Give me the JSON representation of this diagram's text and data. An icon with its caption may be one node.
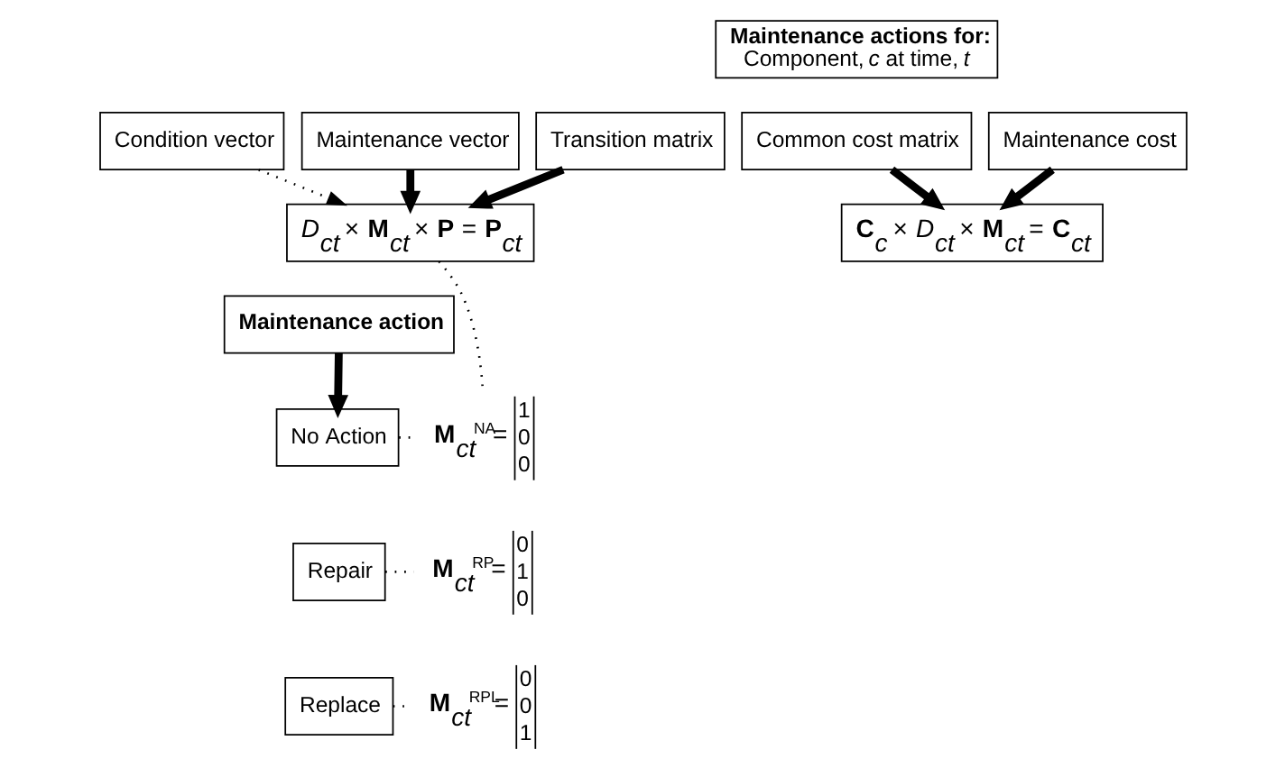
{
  "diagram": {
    "nodes": [
      {
        "text": [
          "**Maintenance actions for:**",
          "Component, *c* at time, *t*"
        ]
      },
      {
        "text": [
          "Condition vector"
        ]
      },
      {
        "text": [
          "Maintenance vector"
        ]
      },
      {
        "text": [
          "Transition matrix"
        ]
      },
      {
        "text": [
          "Common cost matrix"
        ]
      },
      {
        "text": [
          "Maintenance cost"
        ]
      },
      {
        "text": [
          "*D*$_{ct}$ × **M**$_{ct}$ × **P** = **P**$_{ct}$"
        ]
      },
      {
        "text": [
          "**C**$_{c}$ × *D*$_{ct}$ × **M**$_{ct}$ = **C**$_{ct}$"
        ]
      },
      {
        "text": [
          "**Maintenance action**"
        ]
      },
      {
        "text": [
          "No Action"
        ]
      },
      {
        "text": [
          "Repair"
        ]
      },
      {
        "text": [
          "Replace"
        ]
      },
      {
        "text": [
          "**M**$_{ct}$$^{NA}$=",
          "1",
          "0",
          "0"
        ]
      },
      {
        "text": [
          "**M**$_{ct}$$^{RP}$=",
          "0",
          "1",
          "0"
        ]
      },
      {
        "text": [
          "**M**$_{ct}$$^{RPL}$=",
          "0",
          "0",
          "1"
        ]
      }
    ],
    "edges": [
      {
        "from": 1,
        "to": 6,
        "arrow": "to",
        "style": "dashed"
      },
      {
        "from": 2,
        "to": 6,
        "arrow": "to",
        "style": "thick"
      },
      {
        "from": 3,
        "to": 6,
        "arrow": "to",
        "style": "thick"
      },
      {
        "from": 4,
        "to": 7,
        "arrow": "to",
        "style": "thick"
      },
      {
        "from": 5,
        "to": 7,
        "arrow": "to",
        "style": "thick"
      },
      {
        "from": 6,
        "to": 12,
        "arrow": "none",
        "style": "dashed"
      },
      {
        "from": 8,
        "to": 9,
        "arrow": "to",
        "style": "thick"
      },
      {
        "from": 9,
        "to": 12,
        "arrow": "none",
        "style": "dashed"
      },
      {
        "from": 10,
        "to": 13,
        "arrow": "none",
        "style": "dashed"
      },
      {
        "from": 11,
        "to": 14,
        "arrow": "none",
        "style": "dashed"
      }
    ]
  }
}
